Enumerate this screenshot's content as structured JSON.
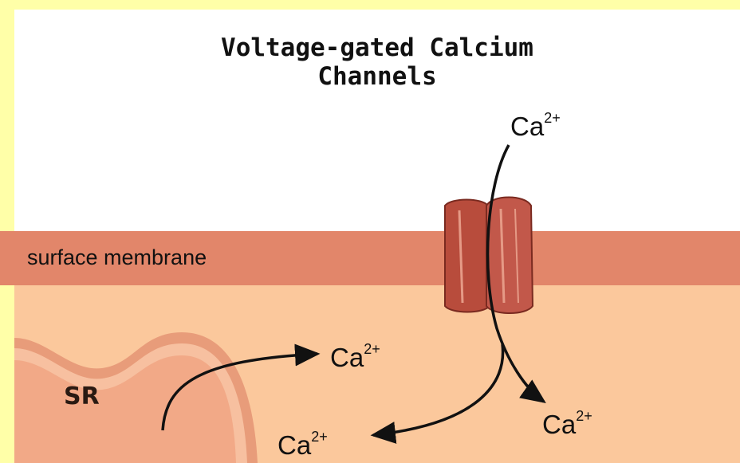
{
  "title": {
    "line1": "Voltage-gated Calcium",
    "line2": "Channels"
  },
  "labels": {
    "membrane": "surface membrane",
    "sr": "SR"
  },
  "ions": [
    {
      "symbol": "Ca",
      "charge": "2+"
    },
    {
      "symbol": "Ca",
      "charge": "2+"
    },
    {
      "symbol": "Ca",
      "charge": "2+"
    },
    {
      "symbol": "Ca",
      "charge": "2+"
    }
  ],
  "colors": {
    "background": "#ffffa8",
    "canvas": "#ffffff",
    "membrane": "#e2866a",
    "cytoplasm": "#fbc89c",
    "channel": "#b84c3c",
    "sr_outer": "#e89c7a",
    "sr_inner": "#f7c0a0",
    "sr_body": "#f2a987"
  }
}
